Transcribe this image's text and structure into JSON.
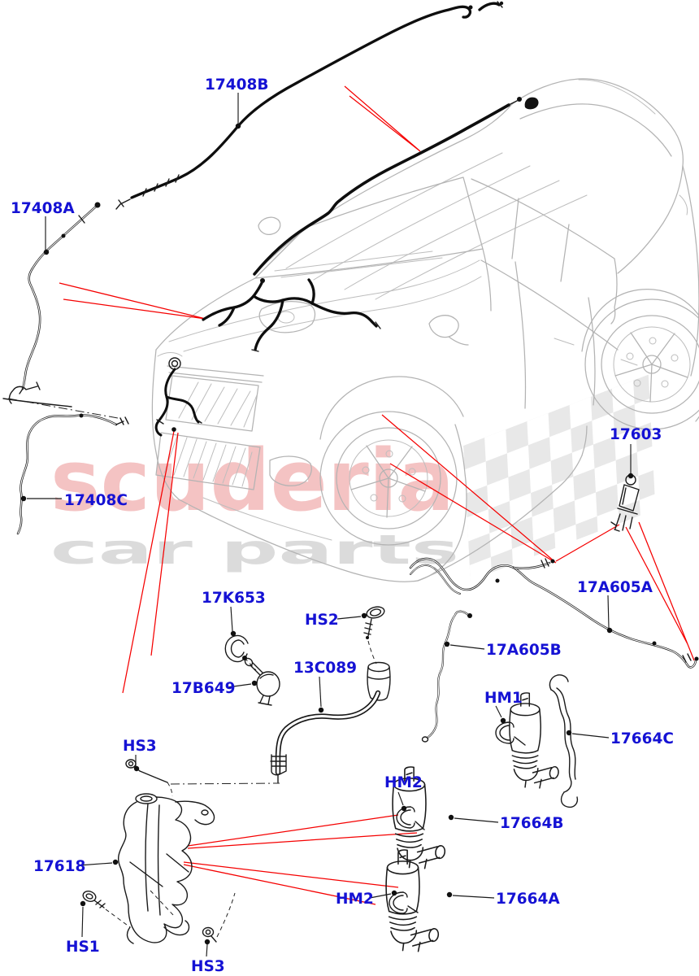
{
  "watermark": {
    "primary": "scuderia",
    "secondary": "car parts"
  },
  "colors": {
    "label_blue": "#1512d4",
    "leader_red": "#f50000",
    "part_black": "#1a1a1a",
    "vehicle_gray": "#b3b3b3",
    "watermark_pink": "#f2b6b7",
    "watermark_gray": "#dadada",
    "checker_gray": "#e3e3e3"
  },
  "callouts": [
    {
      "label": "17408B"
    },
    {
      "label": "17408A"
    },
    {
      "label": "17408C"
    },
    {
      "label": "17603"
    },
    {
      "label": "17A605A"
    },
    {
      "label": "17A605B"
    },
    {
      "label": "17K653"
    },
    {
      "label": "HS2"
    },
    {
      "label": "13C089"
    },
    {
      "label": "17B649"
    },
    {
      "label": "HM1"
    },
    {
      "label": "17664C"
    },
    {
      "label": "HM2"
    },
    {
      "label": "17664B"
    },
    {
      "label": "HS3"
    },
    {
      "label": "17618"
    },
    {
      "label": "HM2"
    },
    {
      "label": "17664A"
    },
    {
      "label": "HS1"
    },
    {
      "label": "HS3"
    }
  ]
}
